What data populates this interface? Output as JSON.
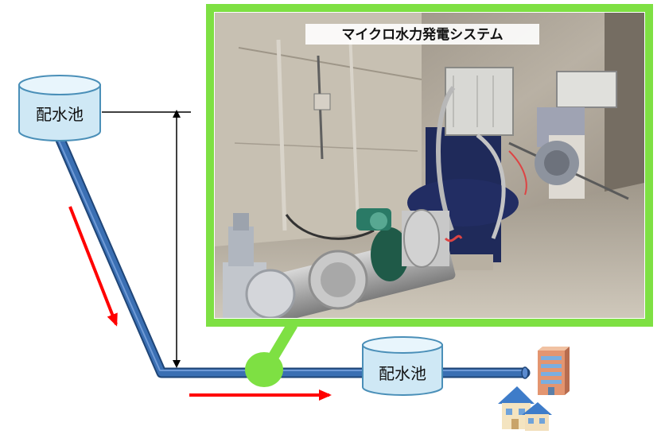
{
  "diagram": {
    "title": "マイクロ水力発電システム",
    "upper_tank_label": "配水池",
    "lower_tank_label": "配水池"
  },
  "colors": {
    "pipe": "#2f5f9e",
    "pipe_highlight": "#5b8bd0",
    "tank_fill": "#cfe8f5",
    "tank_top": "#e8f5fc",
    "tank_stroke": "#4a8fb8",
    "photo_frame": "#7ee043",
    "generator_marker": "#7ee043",
    "flow_arrow": "#ff0000",
    "dimension_line": "#000000"
  },
  "icons": [
    "office-building-icon",
    "houses-icon"
  ]
}
